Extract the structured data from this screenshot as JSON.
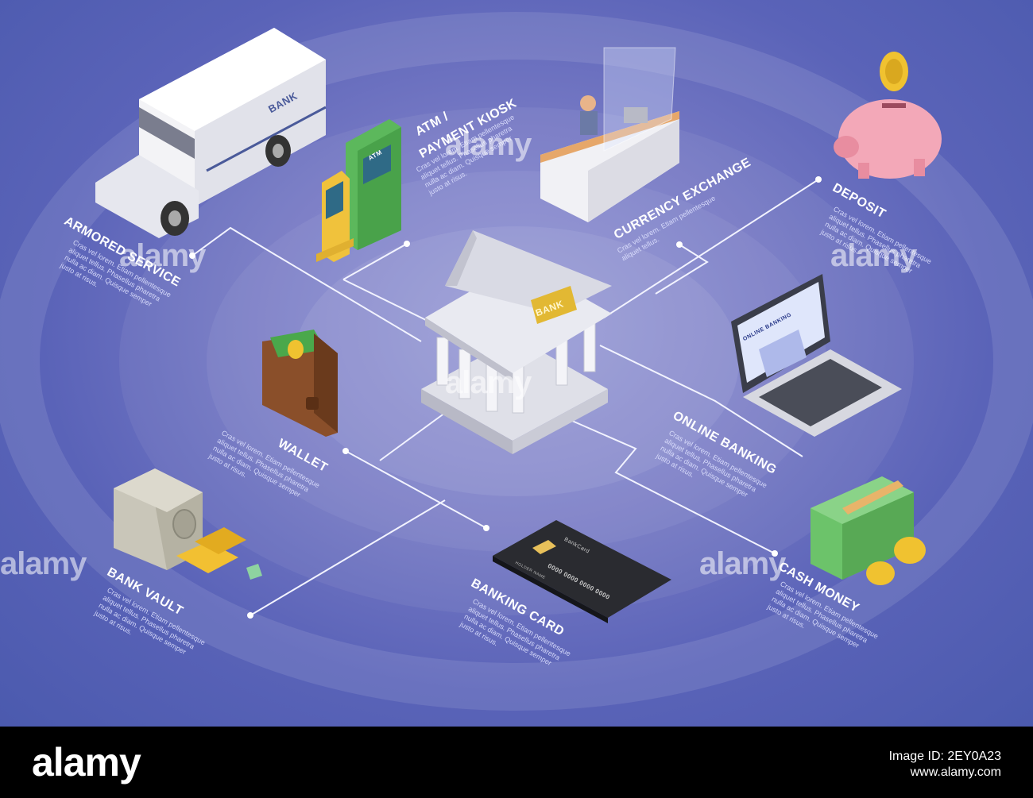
{
  "nodes": {
    "armored": {
      "title": "ARMORED SERVICE",
      "text": "Cras vel lorem. Etiam pellentesque aliquet tellus. Phasellus pharetra nulla ac diam. Quisque semper justo at risus."
    },
    "atm": {
      "title1": "ATM /",
      "title2": "PAYMENT KIOSK",
      "text": "Cras vel lorem. Etiam pellentesque aliquet tellus. Phasellus pharetra nulla ac diam. Quisque semper justo at risus.",
      "screen": "ATM"
    },
    "currency": {
      "title": "CURRENCY EXCHANGE",
      "text": "Cras vel lorem. Etiam pellentesque aliquet tellus."
    },
    "deposit": {
      "title": "DEPOSIT",
      "text": "Cras vel lorem. Etiam pellentesque aliquet tellus. Phasellus pharetra nulla ac diam. Quisque semper justo at risus."
    },
    "online": {
      "title": "ONLINE BANKING",
      "text": "Cras vel lorem. Etiam pellentesque aliquet tellus. Phasellus pharetra nulla ac diam. Quisque semper justo at risus.",
      "screen": "ONLINE BANKING"
    },
    "wallet": {
      "title": "WALLET",
      "text": "Cras vel lorem. Etiam pellentesque aliquet tellus. Phasellus pharetra nulla ac diam. Quisque semper justo at risus."
    },
    "vault": {
      "title": "BANK VAULT",
      "text": "Cras vel lorem. Etiam pellentesque aliquet tellus. Phasellus pharetra nulla ac diam. Quisque semper justo at risus."
    },
    "card": {
      "title": "BANKING CARD",
      "text": "Cras vel lorem. Etiam pellentesque aliquet tellus. Phasellus pharetra nulla ac diam. Quisque semper justo at risus.",
      "brand": "BankCard",
      "holder": "HOLDER NAME",
      "number": "0000 0000 0000 0000"
    },
    "cash": {
      "title": "CASH MONEY",
      "text": "Cras vel lorem. Etiam pellentesque aliquet tellus. Phasellus pharetra nulla ac diam. Quisque semper justo at risus."
    }
  },
  "bank": {
    "sign": "BANK"
  },
  "truck": {
    "sign": "BANK"
  },
  "watermark": {
    "text": "alamy"
  },
  "footer": {
    "brand": "alamy",
    "image_id": "Image ID: 2EY0A23",
    "site": "www.alamy.com"
  }
}
